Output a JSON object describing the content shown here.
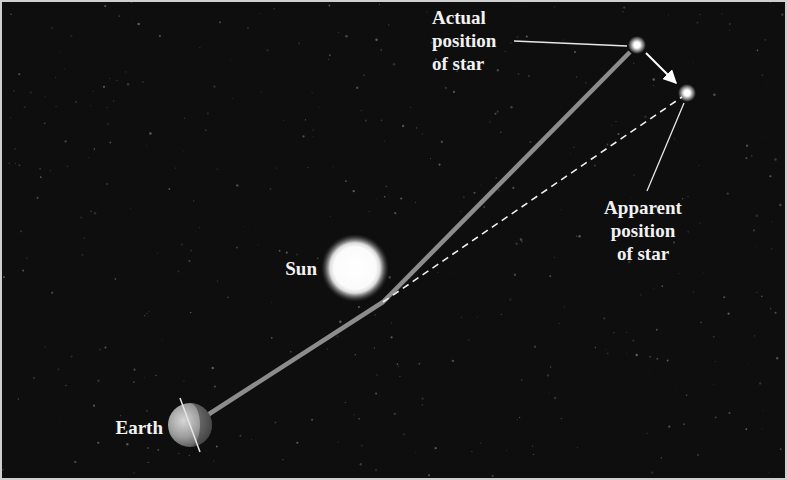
{
  "diagram": {
    "labels": [
      "Actual position of star",
      "Apparent position of star",
      "Sun",
      "Earth"
    ]
  }
}
